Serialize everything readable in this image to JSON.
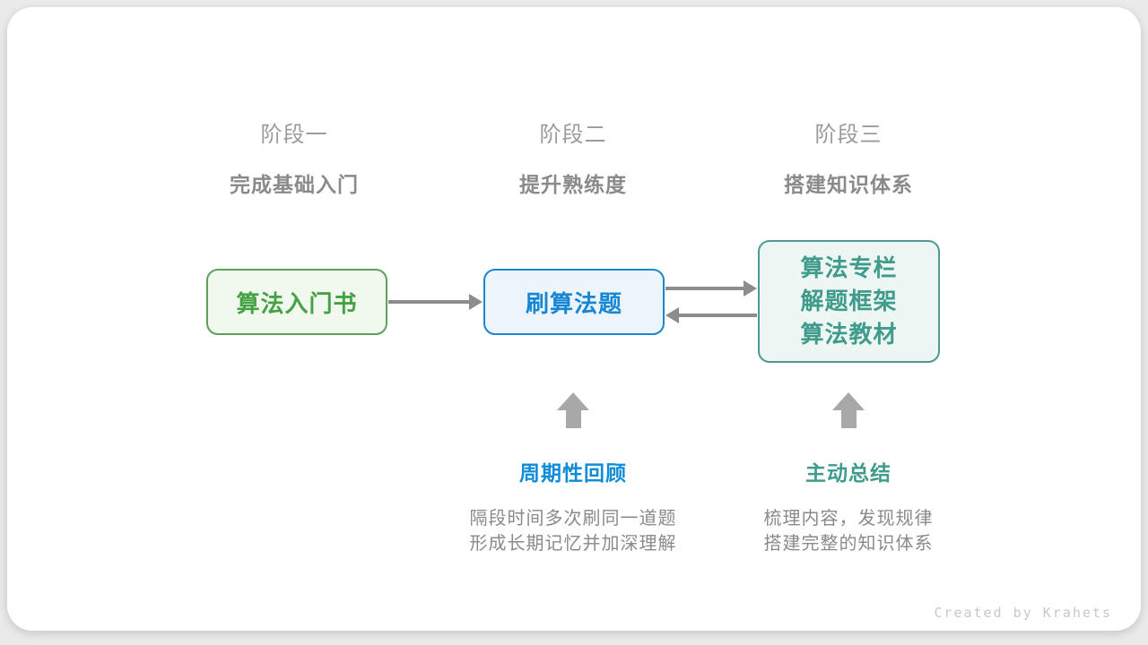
{
  "stages": [
    {
      "label": "阶段一",
      "subtitle": "完成基础入门"
    },
    {
      "label": "阶段二",
      "subtitle": "提升熟练度"
    },
    {
      "label": "阶段三",
      "subtitle": "搭建知识体系"
    }
  ],
  "nodes": [
    {
      "label": "算法入门书",
      "border": "#5ba05b",
      "fill": "#f1f8ee",
      "color": "#44a244"
    },
    {
      "label": "刷算法题",
      "border": "#1e86cc",
      "fill": "#edf5fc",
      "color": "#1787d3"
    },
    {
      "lines": [
        "算法专栏",
        "解题框架",
        "算法教材"
      ],
      "border": "#4f9a8f",
      "fill": "#edf6f3",
      "color": "#3f9b8c"
    }
  ],
  "annotations": [
    {
      "title": "周期性回顾",
      "title_color": "#0f8cd8",
      "line1": "隔段时间多次刷同一道题",
      "line2": "形成长期记忆并加深理解"
    },
    {
      "title": "主动总结",
      "title_color": "#3f9b8c",
      "line1": "梳理内容，发现规律",
      "line2": "搭建完整的知识体系"
    }
  ],
  "credit": "Created by Krahets",
  "colors": {
    "stage_label": "#9b9b9b",
    "stage_subtitle": "#8a8a8a",
    "connector_arrow": "#8c8c8c",
    "up_arrow": "#a8a8a8",
    "description": "#8a8a8a",
    "credit": "#c8c8c8",
    "card_background": "#ffffff",
    "page_background": "#eaeaea"
  }
}
